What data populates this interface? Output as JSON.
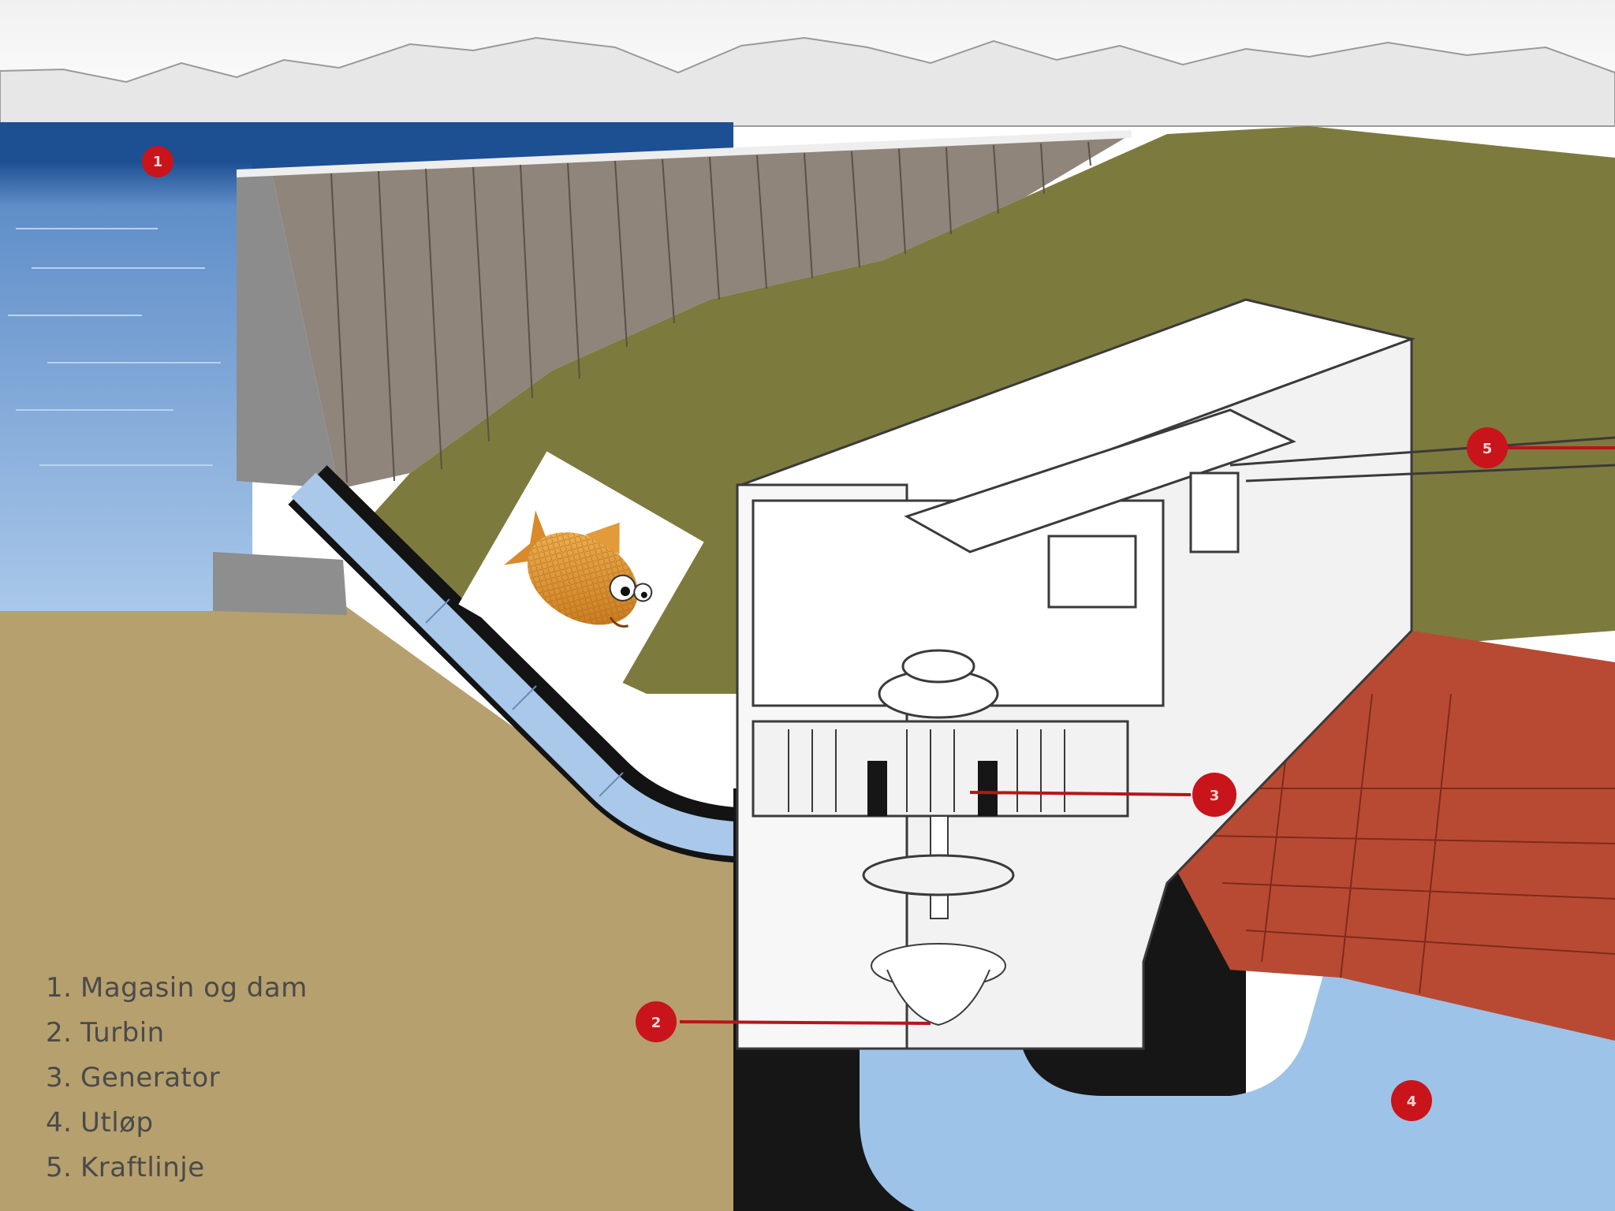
{
  "legend": [
    {
      "num": "1.",
      "label": "Magasin og dam"
    },
    {
      "num": "2.",
      "label": "Turbin"
    },
    {
      "num": "3.",
      "label": "Generator"
    },
    {
      "num": "4.",
      "label": "Utløp"
    },
    {
      "num": "5.",
      "label": "Kraftlinje"
    }
  ],
  "markers": [
    "1",
    "2",
    "3",
    "4",
    "5"
  ],
  "colors": {
    "reservoir": "#8fb6df",
    "ground": "#b6a06e",
    "hillside": "#7d7a3e",
    "dam": "#8f857a",
    "marker": "#c8141a",
    "tailrace": "#9ec3e8",
    "shaft": "#161616",
    "powerhouse": "#f7f7f7",
    "roof_red": "#b84a33"
  },
  "icons": [
    "fish-icon"
  ]
}
